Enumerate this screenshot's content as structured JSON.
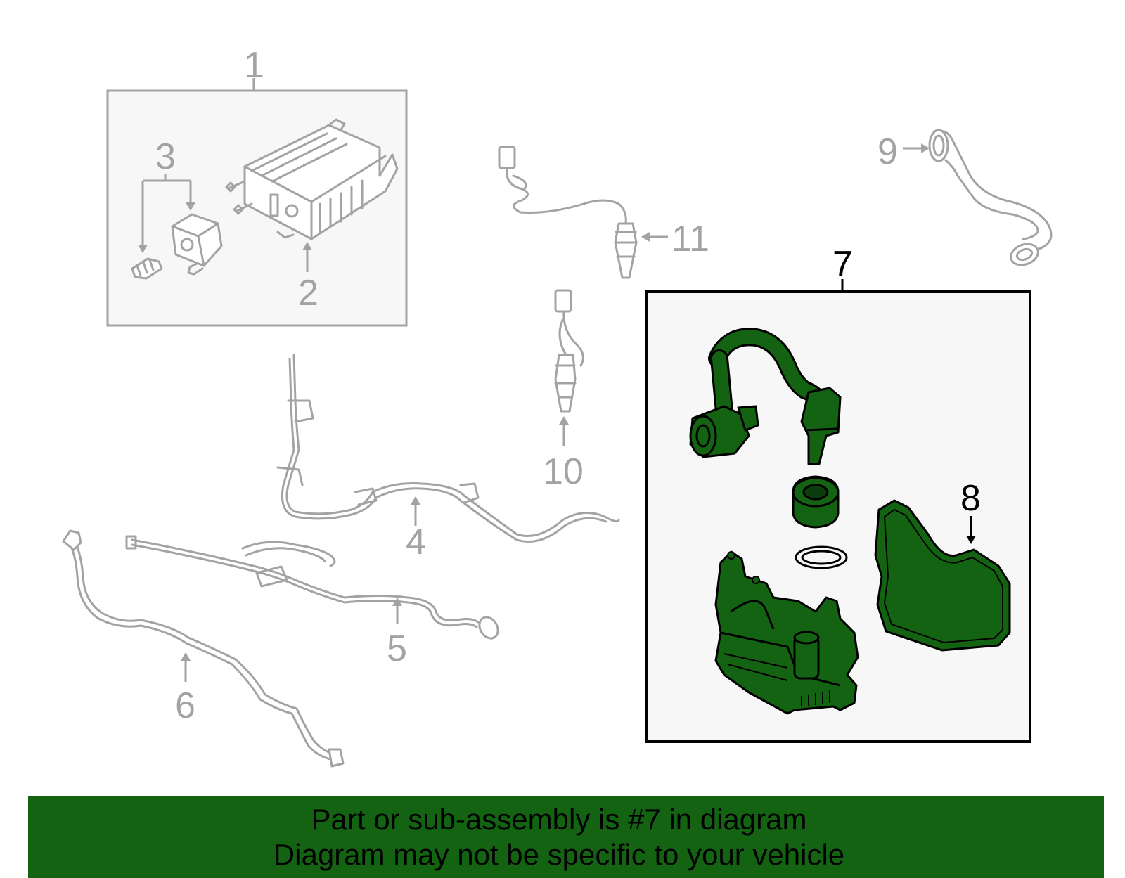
{
  "colors": {
    "highlight_green": "#146312",
    "dim_gray": "#a3a3a3",
    "box_fill": "#f7f7f7",
    "banner_green": "#146312"
  },
  "callouts": {
    "c1": "1",
    "c2": "2",
    "c3": "3",
    "c4": "4",
    "c5": "5",
    "c6": "6",
    "c7": "7",
    "c8": "8",
    "c9": "9",
    "c10": "10",
    "c11": "11"
  },
  "highlighted_callouts": [
    "7",
    "8"
  ],
  "banner": {
    "line1": "Part or sub-assembly is #7 in diagram",
    "line2": "Diagram may not be specific to your vehicle"
  }
}
